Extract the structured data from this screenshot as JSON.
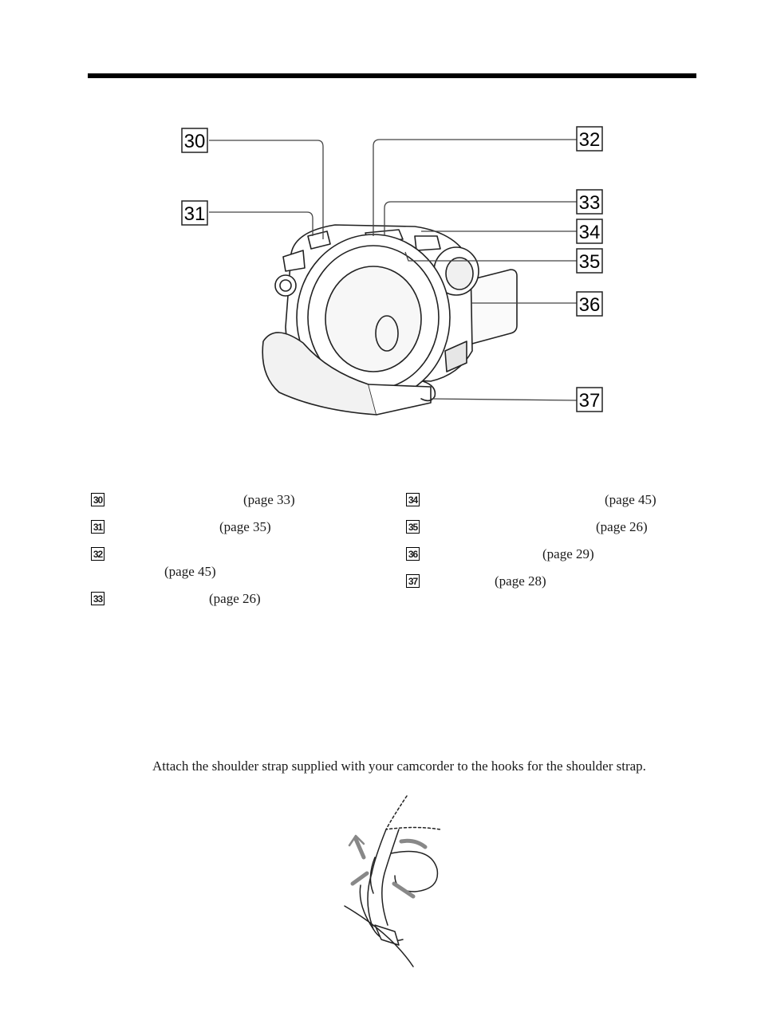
{
  "callouts": [
    "30",
    "31",
    "32",
    "33",
    "34",
    "35",
    "36",
    "37"
  ],
  "legend": [
    {
      "num": "30",
      "page": "(page 33)"
    },
    {
      "num": "31",
      "page": "(page 35)"
    },
    {
      "num": "32",
      "page": "(page 45)"
    },
    {
      "num": "33",
      "page": "(page 26)"
    },
    {
      "num": "34",
      "page": "(page 45)"
    },
    {
      "num": "35",
      "page": "(page 26)"
    },
    {
      "num": "36",
      "page": "(page 29)"
    },
    {
      "num": "37",
      "page": "(page 28)"
    }
  ],
  "shoulder_strap_text": "Attach the shoulder strap supplied with your camcorder to the hooks for the shoulder strap.",
  "illustrations": [
    "camcorder-front-view",
    "shoulder-strap-attachment"
  ]
}
